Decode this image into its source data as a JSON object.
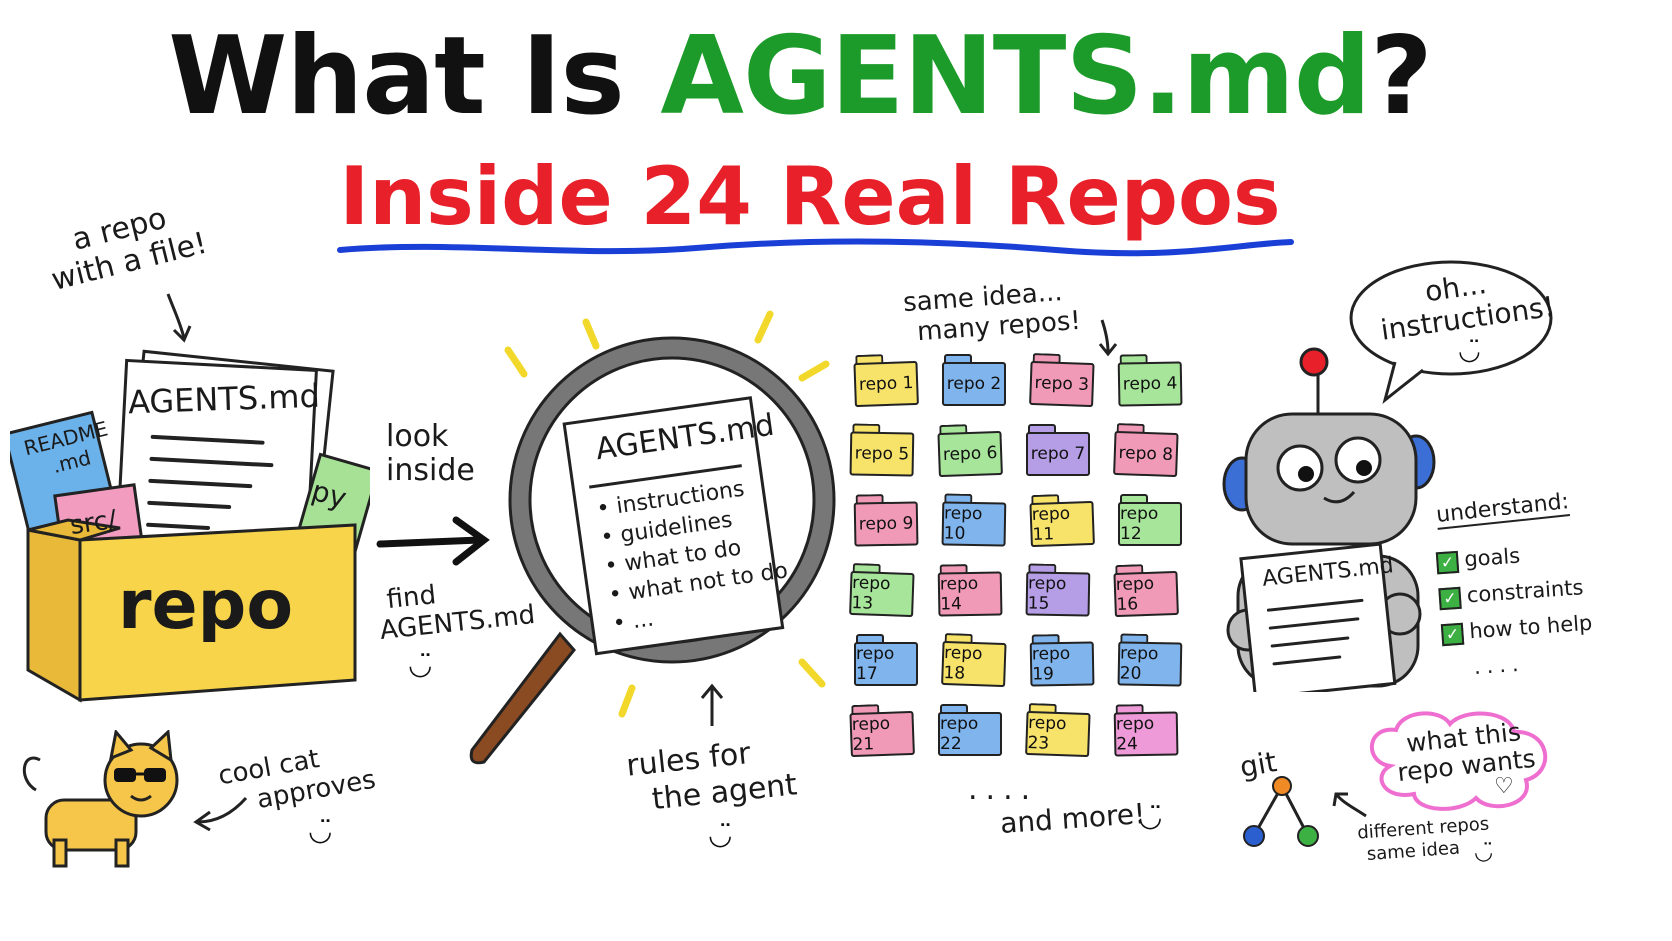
{
  "title": {
    "part1": "What Is ",
    "part2": "AGENTS.md",
    "part3": "?"
  },
  "subtitle": "Inside 24 Real Repos",
  "left": {
    "note_line1": "a repo",
    "note_line2": "with a file!",
    "file_agents": "AGENTS.md",
    "file_readme_1": "README",
    "file_readme_2": ".md",
    "file_src": "src/",
    "file_py": "py",
    "box_label": "repo",
    "look_1": "look",
    "look_2": "inside",
    "find_1": "find",
    "find_2": "AGENTS.md",
    "cat_1": "cool cat",
    "cat_2": "approves"
  },
  "magnifier": {
    "doc_title": "AGENTS.md",
    "items": [
      "instructions",
      "guidelines",
      "what to do",
      "what not to do",
      "..."
    ],
    "rules_1": "rules for",
    "rules_2": "the agent"
  },
  "repos": {
    "note_1": "same idea...",
    "note_2": "many repos!",
    "labels": [
      "repo 1",
      "repo 2",
      "repo 3",
      "repo 4",
      "repo 5",
      "repo 6",
      "repo 7",
      "repo 8",
      "repo 9",
      "repo 10",
      "repo 11",
      "repo 12",
      "repo 13",
      "repo 14",
      "repo 15",
      "repo 16",
      "repo 17",
      "repo 18",
      "repo 19",
      "repo 20",
      "repo 21",
      "repo 22",
      "repo 23",
      "repo 24"
    ],
    "colors": [
      "#f7e36a",
      "#7fb4ec",
      "#f19ab8",
      "#a7e59a",
      "#f7e36a",
      "#a7e59a",
      "#b59ee6",
      "#f19ab8",
      "#f19ab8",
      "#7fb4ec",
      "#f7e36a",
      "#a7e59a",
      "#a7e59a",
      "#f19ab8",
      "#b59ee6",
      "#f19ab8",
      "#7fb4ec",
      "#f7e36a",
      "#7fb4ec",
      "#7fb4ec",
      "#f19ab8",
      "#7fb4ec",
      "#f7e36a",
      "#ee9ad8"
    ],
    "dots": "....",
    "more": "and more!"
  },
  "robot": {
    "bubble_1": "oh...",
    "bubble_2": "instructions!",
    "doc_title": "AGENTS.md",
    "understand": "understand:",
    "checks": [
      "goals",
      "constraints",
      "how to help"
    ],
    "check_dots": "....",
    "git": "git",
    "wants_1": "what this",
    "wants_2": "repo wants",
    "diff_1": "different repos",
    "diff_2": "same idea"
  },
  "colors": {
    "green": "#1d9b2a",
    "red": "#e8202a",
    "blue": "#1a3fd6",
    "yellow_box": "#f7d44a"
  }
}
